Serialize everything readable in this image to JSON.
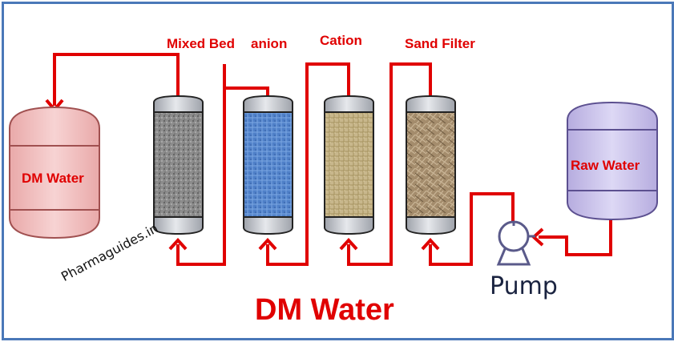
{
  "labels": {
    "mixed_bed": "Mixed Bed",
    "anion": "anion",
    "cation": "Cation",
    "sand_filter": "Sand Filter",
    "dm_water_tank": "DM Water",
    "raw_water_tank": "Raw Water",
    "pump": "Pump",
    "title": "DM Water",
    "watermark": "Pharmaguides.in"
  },
  "colors": {
    "pipe": "#e00000",
    "frame": "#4a78b8",
    "dm_tank_fill": "#f2bcbc",
    "raw_tank_fill": "#c9c1ea",
    "cap_fill": "#c8cbd2",
    "mixed_bed_media": "#8a8a8a",
    "anion_media": "#4f80c8",
    "cation_media": "#c7b68b",
    "sand_media": "#a48c6c"
  },
  "icons": {
    "pump": "centrifugal-pump-icon",
    "arrow": "arrow-head-icon"
  }
}
